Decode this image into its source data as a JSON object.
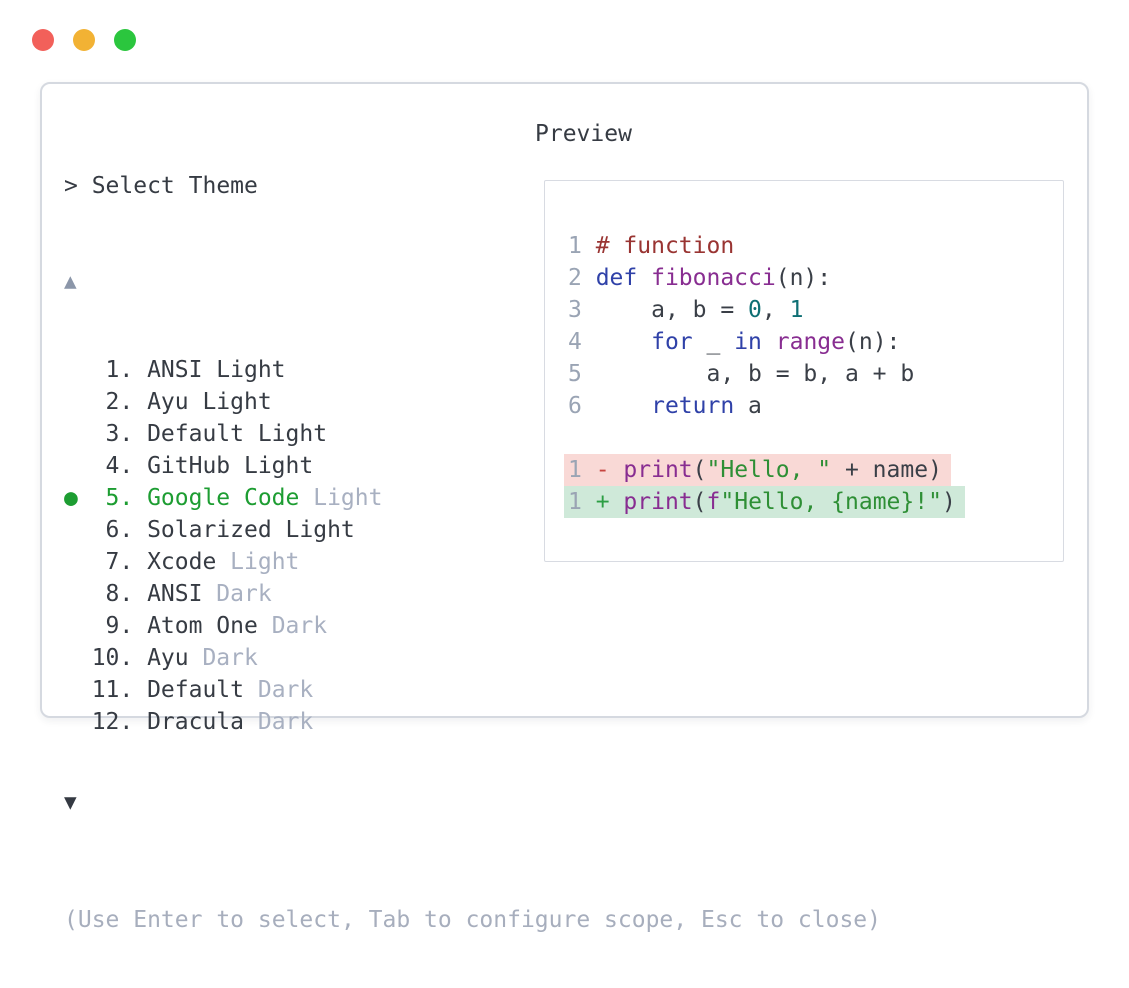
{
  "window": {
    "traffic_lights": [
      "close",
      "minimize",
      "zoom"
    ]
  },
  "theme_picker": {
    "prompt": "> Select Theme",
    "scroll_up_symbol": "▲",
    "scroll_down_symbol": "▼",
    "selected_marker": "●",
    "items": [
      {
        "num": "1.",
        "name": "ANSI Light",
        "variant": "",
        "selected": false
      },
      {
        "num": "2.",
        "name": "Ayu Light",
        "variant": "",
        "selected": false
      },
      {
        "num": "3.",
        "name": "Default Light",
        "variant": "",
        "selected": false
      },
      {
        "num": "4.",
        "name": "GitHub Light",
        "variant": "",
        "selected": false
      },
      {
        "num": "5.",
        "name": "Google Code",
        "variant": "Light",
        "selected": true
      },
      {
        "num": "6.",
        "name": "Solarized Light",
        "variant": "",
        "selected": false
      },
      {
        "num": "7.",
        "name": "Xcode",
        "variant": "Light",
        "selected": false
      },
      {
        "num": "8.",
        "name": "ANSI",
        "variant": "Dark",
        "selected": false
      },
      {
        "num": "9.",
        "name": "Atom One",
        "variant": "Dark",
        "selected": false
      },
      {
        "num": "10.",
        "name": "Ayu",
        "variant": "Dark",
        "selected": false
      },
      {
        "num": "11.",
        "name": "Default",
        "variant": "Dark",
        "selected": false
      },
      {
        "num": "12.",
        "name": "Dracula",
        "variant": "Dark",
        "selected": false
      }
    ],
    "hint": "(Use Enter to select, Tab to configure scope, Esc to close)"
  },
  "preview": {
    "title": "Preview",
    "lines": [
      {
        "no": "1",
        "diff": "",
        "tokens": [
          {
            "t": "# function",
            "c": "com"
          }
        ]
      },
      {
        "no": "2",
        "diff": "",
        "tokens": [
          {
            "t": "def ",
            "c": "kwd"
          },
          {
            "t": "fibonacci",
            "c": "typ"
          },
          {
            "t": "(n):",
            "c": "pln"
          }
        ]
      },
      {
        "no": "3",
        "diff": "",
        "tokens": [
          {
            "t": "    a, b = ",
            "c": "pln"
          },
          {
            "t": "0",
            "c": "lit"
          },
          {
            "t": ", ",
            "c": "pln"
          },
          {
            "t": "1",
            "c": "lit"
          }
        ]
      },
      {
        "no": "4",
        "diff": "",
        "tokens": [
          {
            "t": "    ",
            "c": "pln"
          },
          {
            "t": "for",
            "c": "kwd"
          },
          {
            "t": " _ ",
            "c": "pln"
          },
          {
            "t": "in",
            "c": "kwd"
          },
          {
            "t": " ",
            "c": "pln"
          },
          {
            "t": "range",
            "c": "typ"
          },
          {
            "t": "(n):",
            "c": "pln"
          }
        ]
      },
      {
        "no": "5",
        "diff": "",
        "tokens": [
          {
            "t": "        a, b = b, a + b",
            "c": "pln"
          }
        ]
      },
      {
        "no": "6",
        "diff": "",
        "tokens": [
          {
            "t": "    ",
            "c": "pln"
          },
          {
            "t": "return",
            "c": "kwd"
          },
          {
            "t": " a",
            "c": "pln"
          }
        ]
      },
      {
        "no": "",
        "diff": "",
        "tokens": []
      },
      {
        "no": "1",
        "diff": "minus",
        "tokens": [
          {
            "t": "- ",
            "c": "dm"
          },
          {
            "t": "print",
            "c": "typ"
          },
          {
            "t": "(",
            "c": "pln"
          },
          {
            "t": "\"Hello, \"",
            "c": "str"
          },
          {
            "t": " + name)",
            "c": "pln"
          }
        ]
      },
      {
        "no": "1",
        "diff": "plus",
        "tokens": [
          {
            "t": "+ ",
            "c": "dp"
          },
          {
            "t": "print",
            "c": "typ"
          },
          {
            "t": "(",
            "c": "pln"
          },
          {
            "t": "f",
            "c": "typ"
          },
          {
            "t": "\"Hello, {name}!\"",
            "c": "str"
          },
          {
            "t": ")",
            "c": "pln"
          }
        ]
      }
    ]
  },
  "colors": {
    "accent_green": "#1d9d32",
    "text_dark": "#363b43",
    "text_dim": "#a8b0c1",
    "hint": "#a7aebd",
    "line_number": "#9aa4b4",
    "scroll_up_arrow": "#8b96a9",
    "panel_border": "#d5d9e0",
    "code_comment": "#993432",
    "code_keyword": "#2f41a8",
    "code_name": "#882d91",
    "code_literal": "#0e6f74",
    "code_string": "#2e8f35",
    "code_plain": "#3a3f47",
    "diff_minus": "#c64540",
    "diff_plus": "#2c9e44",
    "diff_minus_bg": "#f9d9d6",
    "diff_plus_bg": "#cfe9d9",
    "traffic_red": "#f2605a",
    "traffic_yellow": "#f2b234",
    "traffic_green": "#2bc63e"
  }
}
